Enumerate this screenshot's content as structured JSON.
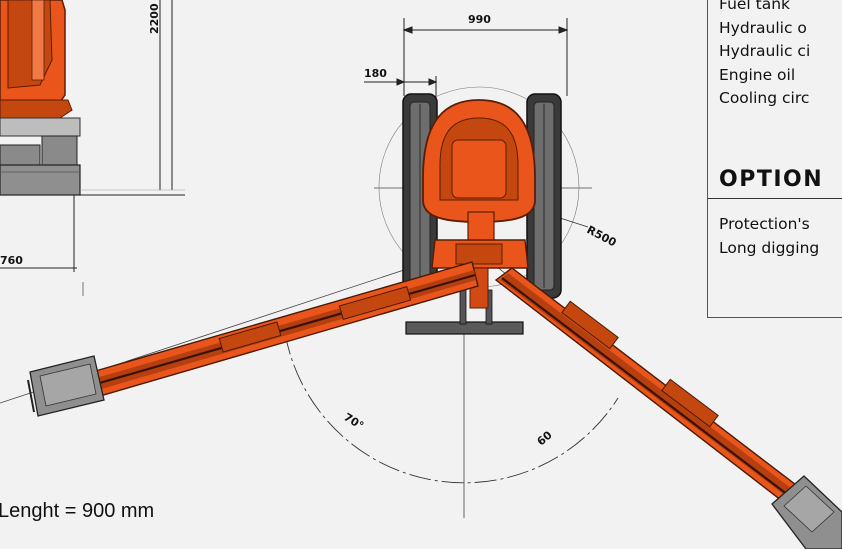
{
  "dimensions": {
    "track_width": "990",
    "offset": "180",
    "height": "2200",
    "length_left": "760",
    "radius": "R500",
    "angle_left": "70°",
    "angle_right": "60"
  },
  "specs_panel": {
    "items": [
      "Fuel tank",
      "Hydraulic o",
      "Hydraulic ci",
      "Engine oil",
      "Cooling circ"
    ]
  },
  "options_panel": {
    "title": "OPTION",
    "items": [
      "Protection's",
      "Long digging"
    ]
  },
  "caption": "Lenght = 900 mm",
  "colors": {
    "machine_orange": "#e9551a",
    "dark_orange": "#b63f10",
    "track_dark": "#3a3a3a",
    "metal_grey": "#8f8f8f",
    "background": "#f2f2f2"
  }
}
